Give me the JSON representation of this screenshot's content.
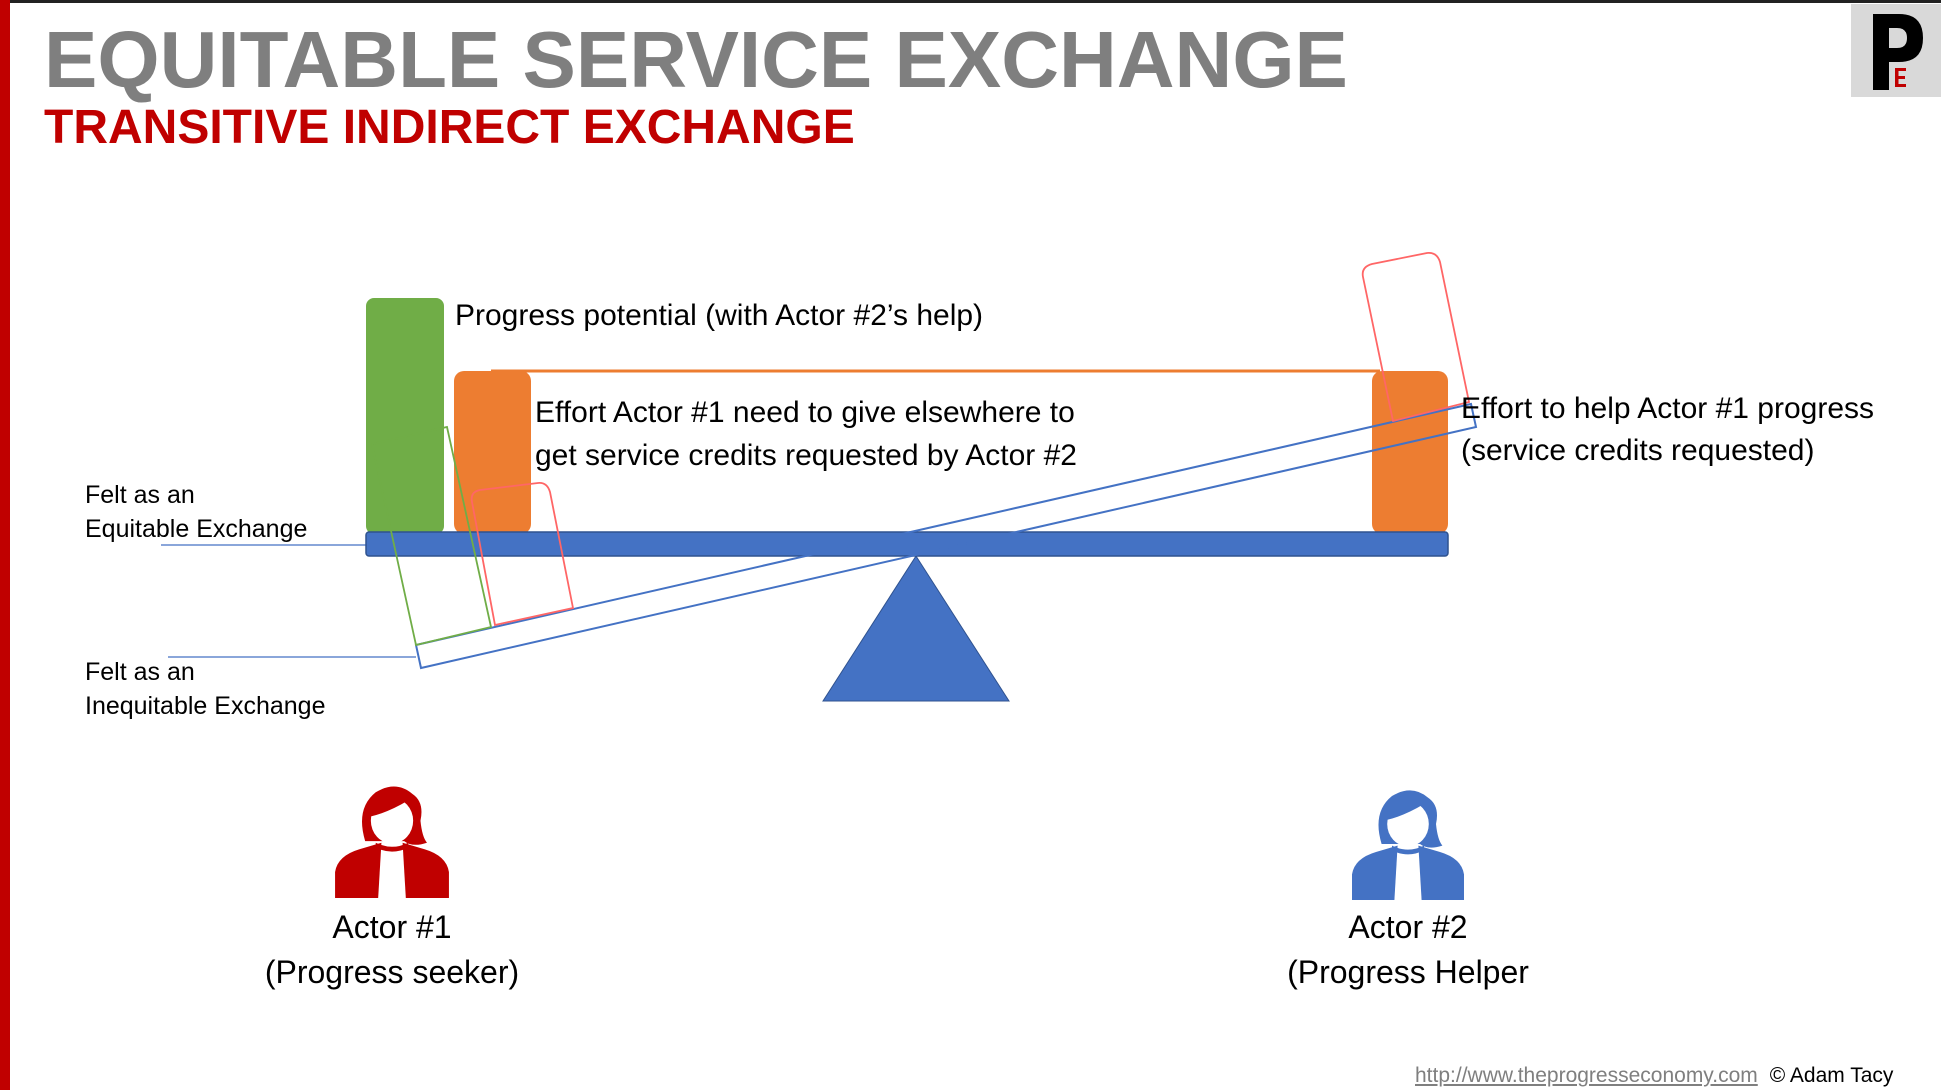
{
  "header": {
    "title": "EQUITABLE SERVICE EXCHANGE",
    "subtitle": "TRANSITIVE INDIRECT EXCHANGE",
    "logo_text": "PE"
  },
  "diagram": {
    "progress_label": "Progress potential (with Actor #2’s help)",
    "effort_actor1_line1": "Effort Actor #1 need to give elsewhere to",
    "effort_actor1_line2": "get service credits requested by Actor #2",
    "effort_help_line1": "Effort to help Actor #1 progress",
    "effort_help_line2": "(service credits requested)",
    "equitable_line1": "Felt as an",
    "equitable_line2": "Equitable Exchange",
    "inequitable_line1": "Felt as an",
    "inequitable_line2": "Inequitable Exchange",
    "colors": {
      "progress": "#70ad47",
      "effort": "#ed7d31",
      "beam": "#4472c4",
      "outline_red": "#ff6666"
    }
  },
  "actors": [
    {
      "name": "Actor #1",
      "role": "(Progress seeker)",
      "color": "#c00000"
    },
    {
      "name": "Actor #2",
      "role": "(Progress Helper",
      "color": "#4472c4"
    }
  ],
  "footer": {
    "url": "http://www.theprogresseconomy.com",
    "copyright": "© Adam Tacy"
  }
}
